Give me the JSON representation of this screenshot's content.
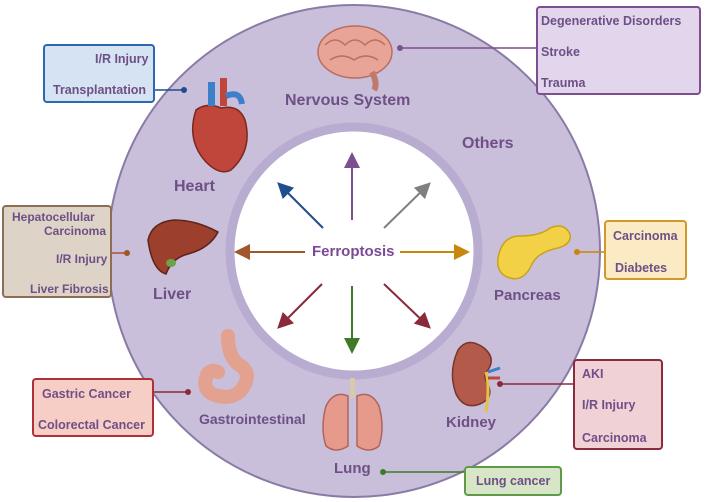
{
  "center": {
    "label": "Ferroptosis"
  },
  "organs": {
    "nervous": "Nervous System",
    "others": "Others",
    "heart": "Heart",
    "liver": "Liver",
    "pancreas": "Pancreas",
    "kidney": "Kidney",
    "gastro": "Gastrointestinal",
    "lung": "Lung"
  },
  "boxes": {
    "nervous": [
      "Degenerative Disorders",
      "Stroke",
      "Trauma"
    ],
    "heart": [
      "I/R Injury",
      "Transplantation"
    ],
    "liver": [
      "Hepatocellular",
      "Carcinoma",
      "I/R Injury",
      "Liver Fibrosis"
    ],
    "pancreas": [
      "Carcinoma",
      "Diabetes"
    ],
    "kidney": [
      "AKI",
      "I/R Injury",
      "Carcinoma"
    ],
    "gastro": [
      "Gastric Cancer",
      "Colorectal Cancer"
    ],
    "lung": [
      "Lung cancer"
    ]
  },
  "colors": {
    "ring": "#c9bfdb",
    "ring_border": "#8a7aa6",
    "inner": "#ffffff",
    "label": "#6e4f86",
    "nervous": "#7e4e8e",
    "heart": "#1f4e8c",
    "others": "#808080",
    "liver": "#a0572e",
    "pancreas": "#c8860b",
    "kidney": "#8b2a3a",
    "lung": "#3f7a2b",
    "gastro": "#8b2a3a"
  },
  "icons": [
    "brain-icon",
    "heart-organ-icon",
    "liver-icon",
    "pancreas-icon",
    "kidney-icon",
    "stomach-icon",
    "lungs-icon"
  ]
}
